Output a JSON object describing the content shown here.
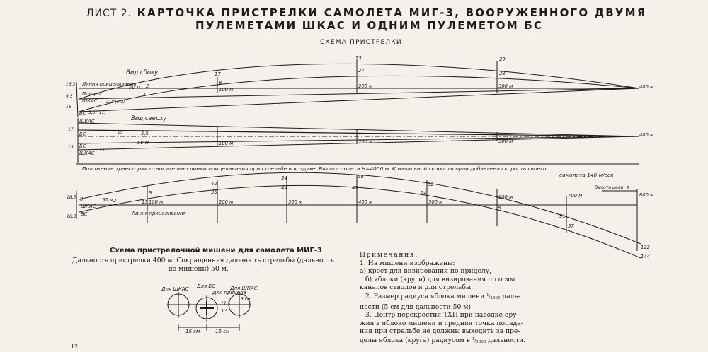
{
  "sheet": {
    "title_lead": "ЛИСТ 2.",
    "title_line1": "КАРТОЧКА ПРИСТРЕЛКИ САМОЛЕТА МИГ-3, ВООРУЖЕННОГО ДВУМЯ",
    "title_line2": "ПУЛЕМЕТАМИ ШКАС И ОДНИМ ПУЛЕМЕТОМ БС",
    "scheme_title": "СХЕМА ПРИСТРЕЛКИ",
    "page_number": "12"
  },
  "side_view": {
    "label": "Вид сбоку",
    "aim_line_label": "Линия прицеливания",
    "sight_label": "Прицел",
    "shkas_label": "ШКАС",
    "bs_label": "БС",
    "left_top_dim": "16,3",
    "left_mid_dim": "9,5",
    "left_bot_dim": "15",
    "values": {
      "v50": "50 м",
      "v2": "2",
      "v1": "1",
      "v17": "17",
      "v8": "8",
      "v33": "33",
      "v27": "27",
      "v29": "29",
      "v23": "23",
      "ang1": "3,7°(1,3)",
      "ang2": "3,3°(11)"
    },
    "distances": [
      "100 м",
      "200 м",
      "300 м",
      "400 м"
    ]
  },
  "top_view": {
    "label": "Вид сверху",
    "shkas_label": "ШКАС",
    "bs_label": "БС",
    "shkas2_label": "ШКАС",
    "left_dim_a": "17",
    "left_dim_b": "15",
    "v55": "5,5",
    "v50": "50 м",
    "center_marks": [
      "15",
      "15"
    ],
    "distances": [
      "100 м",
      "200 м",
      "300 м",
      "400 м"
    ]
  },
  "trajectory_note": {
    "text": "Положение траектории относительно линии прицеливания при стрельбе в воздухе. Высота полета Н=4000 м. К начальной скорости пули добавлена скорость своего",
    "text2": "самолета 140 м/сек"
  },
  "bottom": {
    "left_dim_top": "18,5",
    "left_dim_bot": "16,3",
    "shkas_label": "ШКАС",
    "bs_label": "БС",
    "aim_line_label": "Линия прицеливания",
    "target_height_label": "Высота цели",
    "target_height_value": "3",
    "v0": "0",
    "v50": "50 м",
    "v2": "2",
    "v9": "9",
    "v13": "13",
    "v35": "35",
    "v42": "42",
    "v54": "54",
    "v44": "44",
    "v58": "58",
    "v47": "47",
    "v24": "24",
    "v32": "32",
    "v8": "8",
    "v51": "51",
    "v57": "57",
    "v122": "122",
    "v144": "144",
    "distances": [
      "100 м",
      "200 м",
      "300 м",
      "400 м",
      "500 м",
      "600 м",
      "700 м",
      "800 м"
    ]
  },
  "target_scheme": {
    "title": "Схема пристрелочной мишени для самолета МИГ-3",
    "line1": "Дальность пристрелки 400 м. Сокращенная дальность стрельбы (дальность",
    "line2": "до мишени) 50 м.",
    "for_shkas_left": "Для ШКАС",
    "for_bs": "Для БС",
    "for_sight": "Для прицела",
    "for_shkas_right": "Для ШКАС",
    "dim_left": "15 см",
    "dim_right": "15 см",
    "vert_dim_a": "11,5",
    "vert_dim_b": "3,5",
    "circle_label": "5 см"
  },
  "notes": {
    "heading": "Примечания:",
    "n1": "1. На мишени изображены:",
    "n1a": "а) крест для визирования по прицелу,",
    "n1b": "б) яблоки (круги) для визирования по осям",
    "n1c": "каналов стволов и для стрельбы.",
    "n2a": "2. Размер радиуса яблока мишени",
    "n2frac_num": "1",
    "n2frac_den": "1000",
    "n2b": "даль-",
    "n2c": "ности (5 см для дальности 50 м).",
    "n3a": "3. Центр перекрестия ТХП при наводке ору-",
    "n3b": "жия в яблоко мишени и средняя точка попада-",
    "n3c": "ния при стрельбе не должны выходить за пре-",
    "n3d": "делы яблока (круга) радиусом в",
    "n3frac_num": "1",
    "n3frac_den": "1000",
    "n3e": "дальности."
  },
  "colors": {
    "paper": "#f4f1ea",
    "ink": "#1c1c1c"
  }
}
